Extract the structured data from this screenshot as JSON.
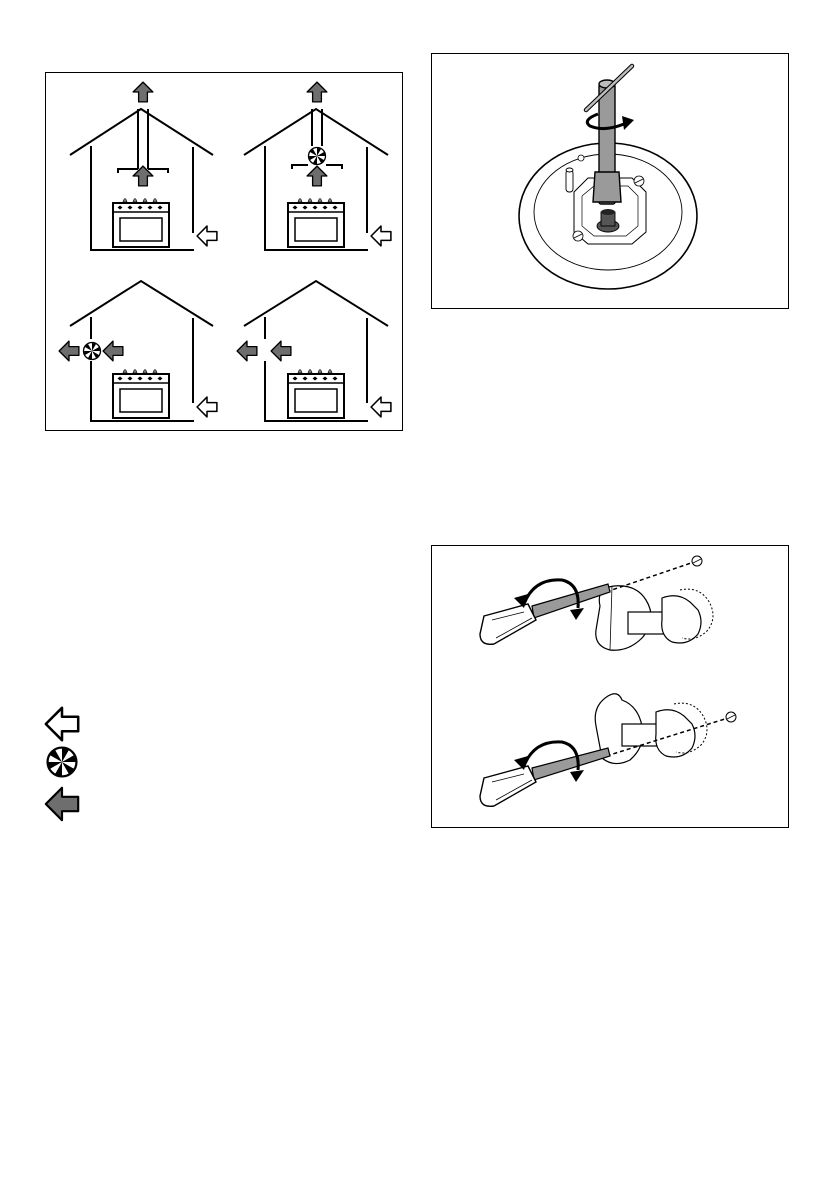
{
  "document": {
    "figures": [
      {
        "id": "ventilation-diagram",
        "panels": 4,
        "icons": [
          "house-icon",
          "oven-icon",
          "chimney-icon",
          "fan-icon",
          "exhaust-arrow-icon",
          "air-inlet-arrow-icon"
        ]
      },
      {
        "id": "burner-injector-diagram",
        "icons": [
          "socket-wrench-icon",
          "rotate-arrow-icon",
          "burner-base-icon"
        ]
      },
      {
        "id": "tap-adjustment-diagram",
        "icons": [
          "screwdriver-icon",
          "rotate-arrow-icon",
          "gas-tap-icon",
          "bypass-screw-icon"
        ]
      }
    ],
    "legend": [
      {
        "icon": "air-inlet-arrow-icon",
        "label": ""
      },
      {
        "icon": "fan-icon",
        "label": ""
      },
      {
        "icon": "exhaust-arrow-icon",
        "label": ""
      }
    ],
    "colors": {
      "line": "#000000",
      "arrow_fill": "#6e6e6e",
      "tool_fill": "#9a9a9a",
      "flame_fill": "#7a7a7a",
      "background": "#ffffff"
    }
  }
}
